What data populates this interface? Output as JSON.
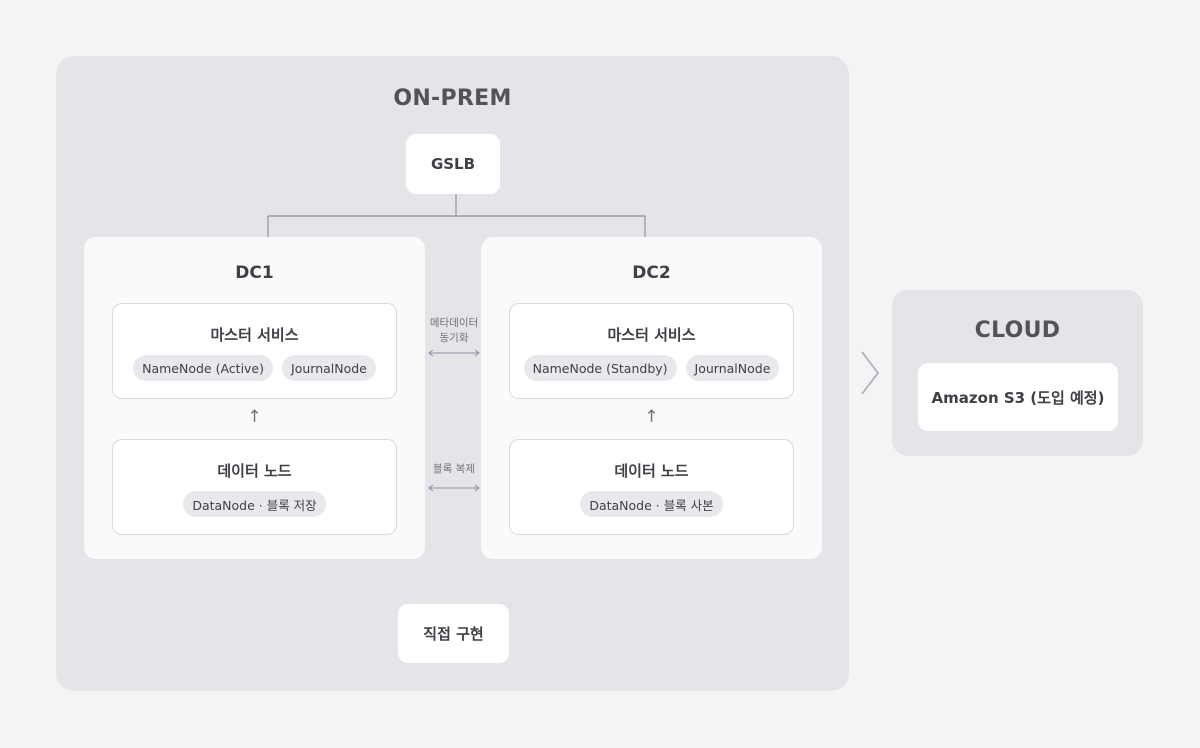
{
  "onprem": {
    "title": "ON-PREM",
    "gslb_label": "GSLB",
    "dc1": {
      "title": "DC1",
      "master": {
        "title": "마스터 서비스",
        "chips": [
          "NameNode (Active)",
          "JournalNode"
        ]
      },
      "arrow": "↑",
      "data": {
        "title": "데이터 노드",
        "chips": [
          "DataNode · 블록 저장"
        ]
      }
    },
    "dc2": {
      "title": "DC2",
      "master": {
        "title": "마스터 서비스",
        "chips": [
          "NameNode (Standby)",
          "JournalNode"
        ]
      },
      "arrow": "↑",
      "data": {
        "title": "데이터 노드",
        "chips": [
          "DataNode · 블록 사본"
        ]
      }
    },
    "metadata_sync_label_line1": "메타데이터",
    "metadata_sync_label_line2": "동기화",
    "block_replication_label": "블록 복제",
    "direct_impl_label": "직접 구현"
  },
  "cloud": {
    "title": "CLOUD",
    "s3_label": "Amazon S3 (도입 예정)"
  },
  "colors": {
    "page_bg": "#f4f4f5",
    "region_bg": "#e5e5e9",
    "card_bg": "#ffffff",
    "text": "#3f3f46",
    "connector": "#8b8fa3"
  },
  "icons": {
    "flow_arrow": "chevron-right-icon",
    "sync_arrow": "double-arrow-icon"
  }
}
